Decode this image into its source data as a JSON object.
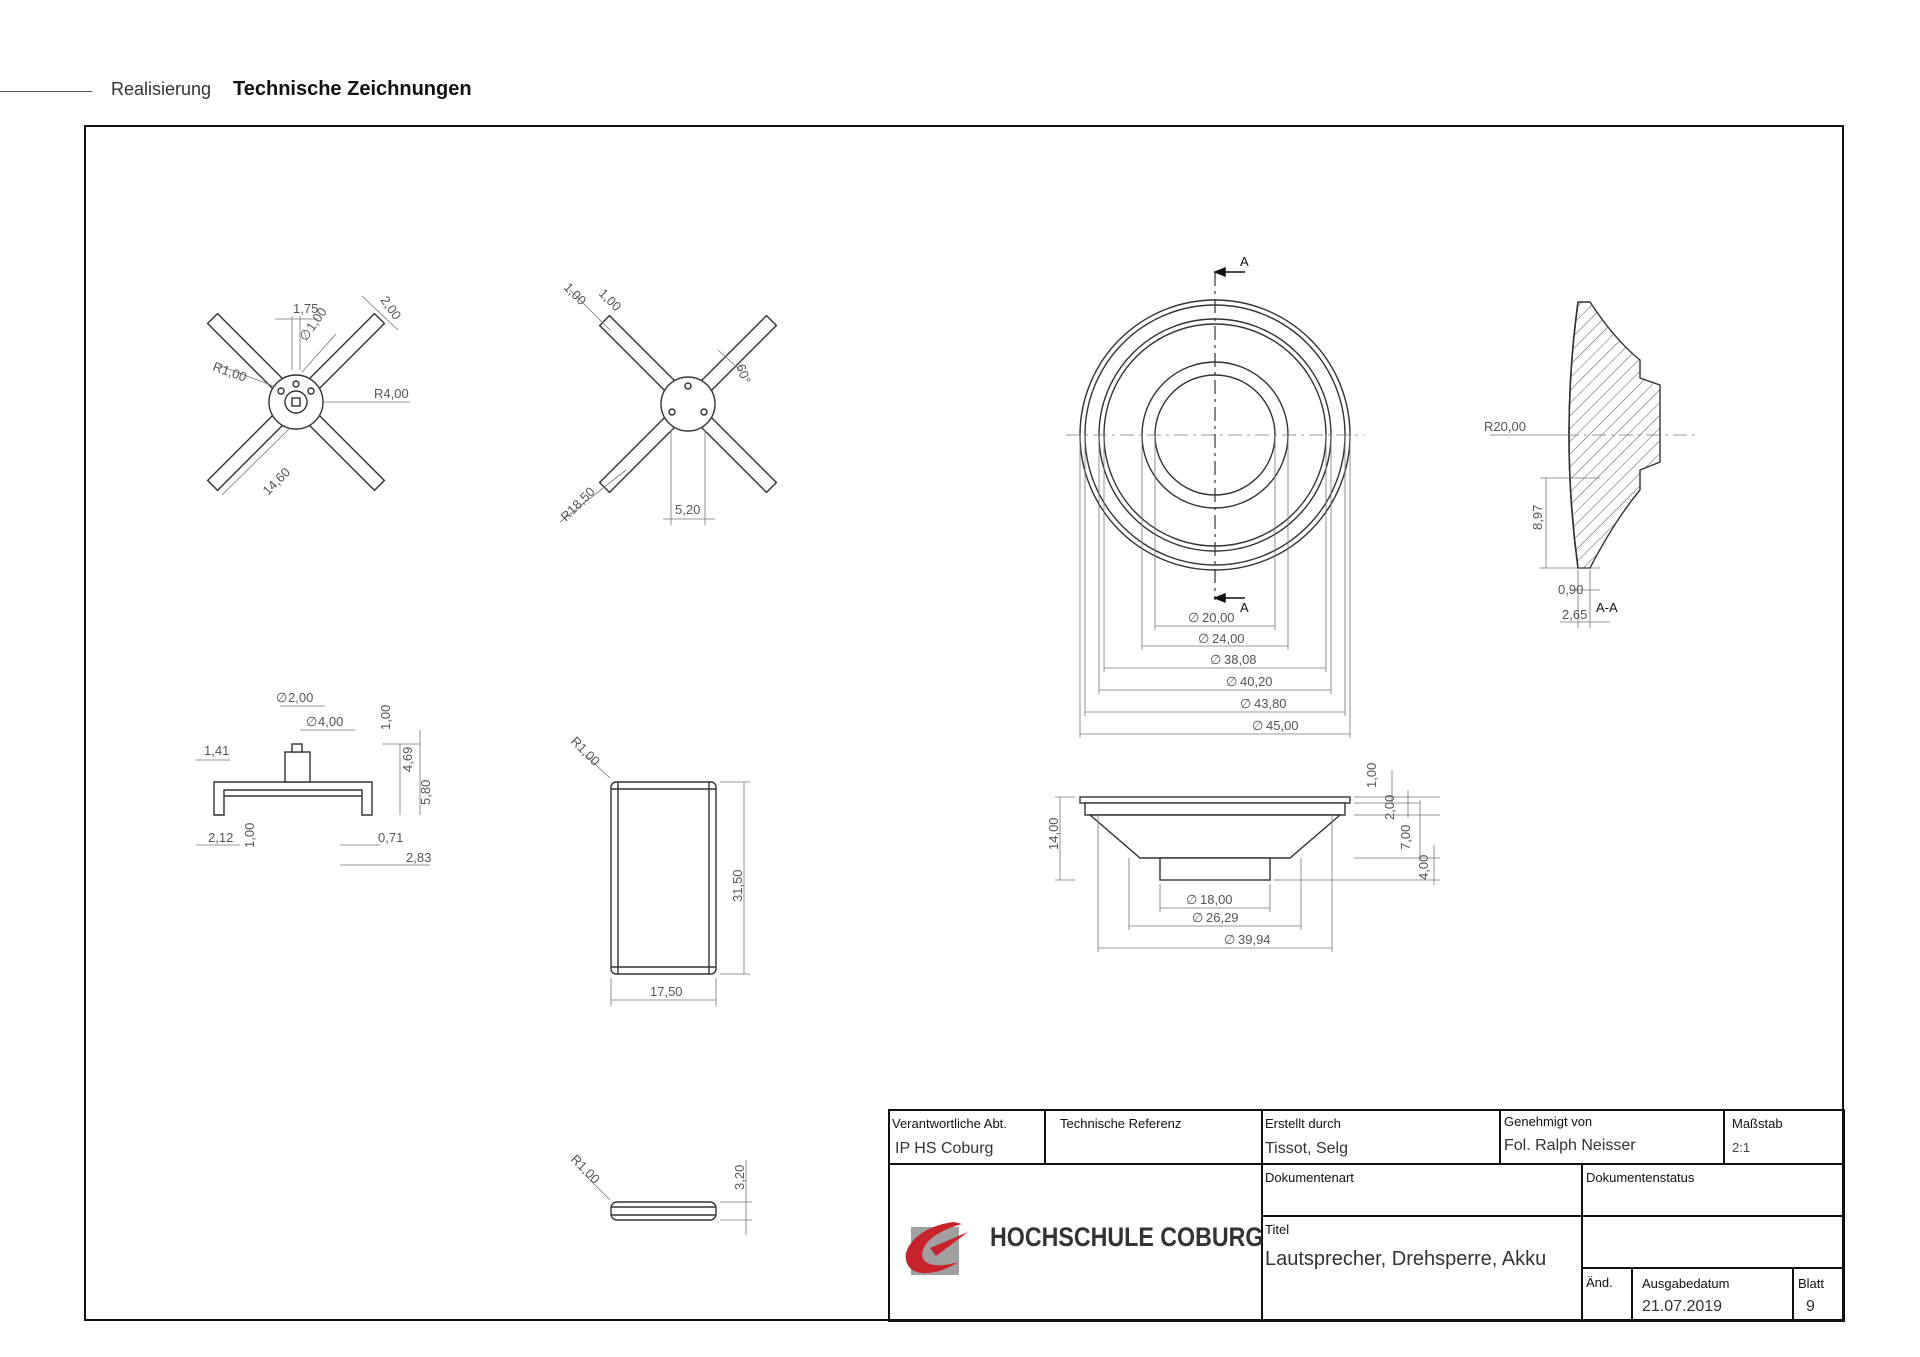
{
  "header": {
    "section": "Realisierung",
    "title": "Technische Zeichnungen"
  },
  "views": {
    "star_top": {
      "dims": [
        "1,75",
        "2,00",
        "1,00",
        "R1,00",
        "R4,00",
        "14,60"
      ]
    },
    "star_rot": {
      "dims": [
        "1,00",
        "1,00",
        "60°",
        "R18,50",
        "5,20"
      ]
    },
    "bracket": {
      "dims": [
        "2,00",
        "4,00",
        "1,41",
        "1,00",
        "4,69",
        "5,80",
        "1,00",
        "2,12",
        "0,71",
        "2,83"
      ]
    },
    "plate_front": {
      "dims": [
        "R1,00",
        "31,50",
        "17,50"
      ]
    },
    "plate_side": {
      "dims": [
        "R1,00",
        "3,20"
      ]
    },
    "cone_top": {
      "section_marks": [
        "A",
        "A"
      ],
      "dims": [
        "20,00",
        "24,00",
        "38,08",
        "40,20",
        "43,80",
        "45,00"
      ],
      "diameter_symbol": "∅"
    },
    "cone_section": {
      "dims": [
        "R20,00",
        "8,97",
        "0,90",
        "2,65"
      ],
      "label": "A-A"
    },
    "cone_side": {
      "dims": [
        "1,00",
        "2,00",
        "7,00",
        "4,00",
        "14,00"
      ],
      "diameters": [
        "18,00",
        "26,29",
        "39,94"
      ]
    }
  },
  "title_block": {
    "dept_label": "Verantwortliche Abt.",
    "dept_value": "IP HS Coburg",
    "ref_label": "Technische Referenz",
    "created_label": "Erstellt durch",
    "created_value": "Tissot, Selg",
    "approved_label": "Genehmigt von",
    "approved_value": "Fol. Ralph Neisser",
    "scale_label": "Maßstab",
    "scale_value": "2:1",
    "doctype_label": "Dokumentenart",
    "docstatus_label": "Dokumentenstatus",
    "title_label": "Titel",
    "title_value": "Lautsprecher, Drehsperre, Akku",
    "change_label": "Änd.",
    "date_label": "Ausgabedatum",
    "date_value": "21.07.2019",
    "sheet_label": "Blatt",
    "sheet_value": "9",
    "logo_text": "HOCHSCHULE COBURG"
  },
  "colors": {
    "line": "#333333",
    "dim": "#666666",
    "logo_red": "#c8232c",
    "logo_grey": "#9a9a9a"
  }
}
